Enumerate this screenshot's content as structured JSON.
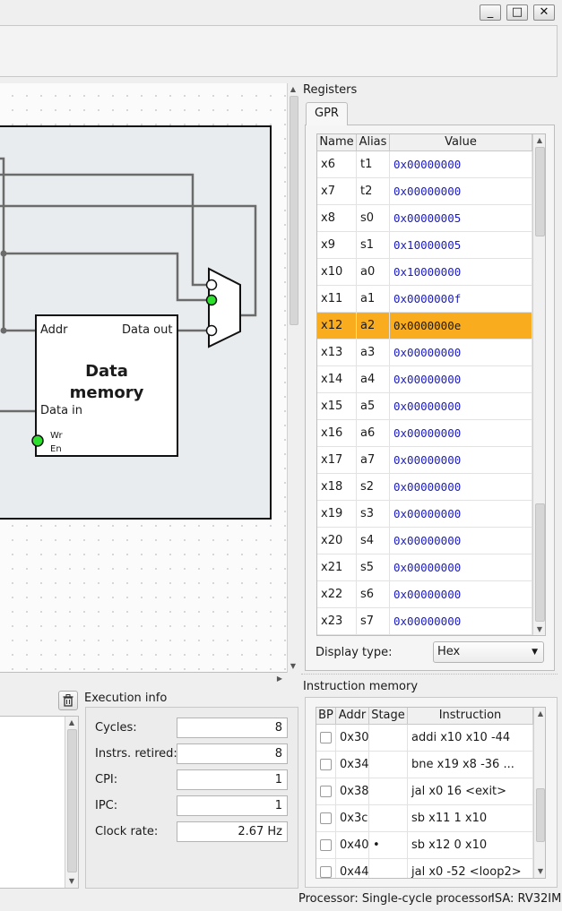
{
  "window": {
    "minimize_glyph": "_",
    "maximize_glyph": "□",
    "close_glyph": "✕"
  },
  "diagram": {
    "block_title_line1": "Data",
    "block_title_line2": "memory",
    "port_addr": "Addr",
    "port_data_out": "Data out",
    "port_data_in": "Data in",
    "port_wr": "Wr",
    "port_en": "En"
  },
  "registers": {
    "panel_title": "Registers",
    "tab_label": "GPR",
    "columns": [
      "Name",
      "Alias",
      "Value"
    ],
    "rows": [
      {
        "name": "x6",
        "alias": "t1",
        "value": "0x00000000"
      },
      {
        "name": "x7",
        "alias": "t2",
        "value": "0x00000000"
      },
      {
        "name": "x8",
        "alias": "s0",
        "value": "0x00000005"
      },
      {
        "name": "x9",
        "alias": "s1",
        "value": "0x10000005"
      },
      {
        "name": "x10",
        "alias": "a0",
        "value": "0x10000000"
      },
      {
        "name": "x11",
        "alias": "a1",
        "value": "0x0000000f"
      },
      {
        "name": "x12",
        "alias": "a2",
        "value": "0x0000000e"
      },
      {
        "name": "x13",
        "alias": "a3",
        "value": "0x00000000"
      },
      {
        "name": "x14",
        "alias": "a4",
        "value": "0x00000000"
      },
      {
        "name": "x15",
        "alias": "a5",
        "value": "0x00000000"
      },
      {
        "name": "x16",
        "alias": "a6",
        "value": "0x00000000"
      },
      {
        "name": "x17",
        "alias": "a7",
        "value": "0x00000000"
      },
      {
        "name": "x18",
        "alias": "s2",
        "value": "0x00000000"
      },
      {
        "name": "x19",
        "alias": "s3",
        "value": "0x00000000"
      },
      {
        "name": "x20",
        "alias": "s4",
        "value": "0x00000000"
      },
      {
        "name": "x21",
        "alias": "s5",
        "value": "0x00000000"
      },
      {
        "name": "x22",
        "alias": "s6",
        "value": "0x00000000"
      },
      {
        "name": "x23",
        "alias": "s7",
        "value": "0x00000000"
      }
    ],
    "selected_row": "x12",
    "highlight_color": "#f9ad1e",
    "display_type_label": "Display type:",
    "display_type_value": "Hex"
  },
  "execution_info": {
    "title": "Execution info",
    "cycles_label": "Cycles:",
    "cycles_value": "8",
    "instrs_label": "Instrs. retired:",
    "instrs_value": "8",
    "cpi_label": "CPI:",
    "cpi_value": "1",
    "ipc_label": "IPC:",
    "ipc_value": "1",
    "clock_label": "Clock rate:",
    "clock_value": "2.67 Hz"
  },
  "instruction_memory": {
    "title": "Instruction memory",
    "columns": [
      "BP",
      "Addr",
      "Stage",
      "Instruction"
    ],
    "rows": [
      {
        "addr": "0x30",
        "stage": "",
        "instruction": "addi x10 x10 -44"
      },
      {
        "addr": "0x34",
        "stage": "",
        "instruction": "bne x19 x8 -36 ..."
      },
      {
        "addr": "0x38",
        "stage": "",
        "instruction": "jal x0 16 <exit>"
      },
      {
        "addr": "0x3c",
        "stage": "",
        "instruction": "sb x11 1 x10"
      },
      {
        "addr": "0x40",
        "stage": "•",
        "instruction": "sb x12 0 x10"
      },
      {
        "addr": "0x44",
        "stage": "",
        "instruction": "jal x0 -52 <loop2>"
      }
    ]
  },
  "status": {
    "processor": "Processor: Single-cycle processor",
    "isa": "ISA: RV32IM"
  },
  "icons": {
    "trash": "trash-icon",
    "scroll_up": "arrow-up-icon",
    "scroll_down": "arrow-down-icon",
    "dropdown": "chevron-down-icon"
  }
}
